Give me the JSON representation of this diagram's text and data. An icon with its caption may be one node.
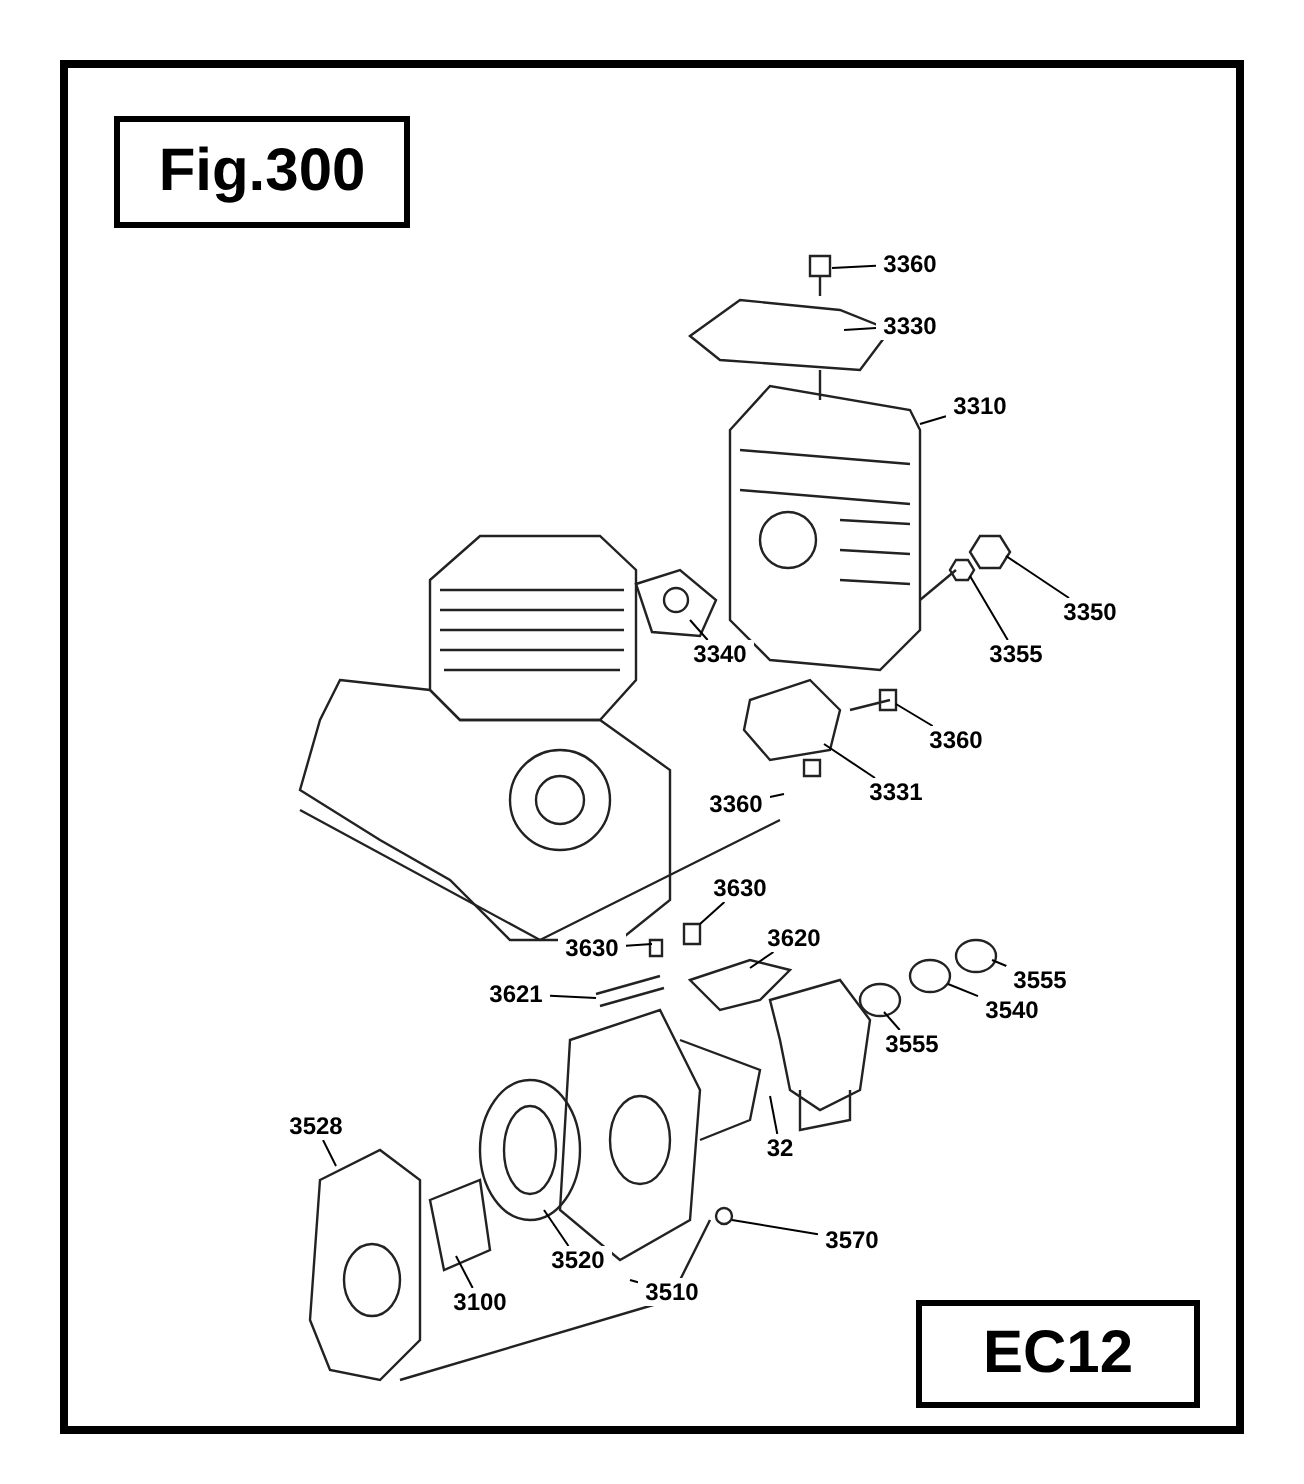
{
  "diagram": {
    "title": "Fig.300",
    "nodes": [
      {
        "text": [
          "3360"
        ]
      },
      {
        "text": [
          "3330"
        ]
      },
      {
        "text": [
          "3310"
        ]
      },
      {
        "text": [
          "3350"
        ]
      },
      {
        "text": [
          "3355"
        ]
      },
      {
        "text": [
          "3340"
        ]
      },
      {
        "text": [
          "3360"
        ]
      },
      {
        "text": [
          "3331"
        ]
      },
      {
        "text": [
          "3360"
        ]
      },
      {
        "text": [
          "3630"
        ]
      },
      {
        "text": [
          "3630"
        ]
      },
      {
        "text": [
          "3620"
        ]
      },
      {
        "text": [
          "3621"
        ]
      },
      {
        "text": [
          "3555"
        ]
      },
      {
        "text": [
          "3540"
        ]
      },
      {
        "text": [
          "3555"
        ]
      },
      {
        "text": [
          "32"
        ]
      },
      {
        "text": [
          "3528"
        ]
      },
      {
        "text": [
          "3520"
        ]
      },
      {
        "text": [
          "3570"
        ]
      },
      {
        "text": [
          "3100"
        ]
      },
      {
        "text": [
          "3510"
        ]
      }
    ],
    "edges": [
      {
        "from": 0,
        "to": null,
        "arrow": "none"
      },
      {
        "from": 1,
        "to": null,
        "arrow": "none"
      },
      {
        "from": 2,
        "to": null,
        "arrow": "none"
      },
      {
        "from": 3,
        "to": null,
        "arrow": "none"
      },
      {
        "from": 4,
        "to": null,
        "arrow": "none"
      },
      {
        "from": 5,
        "to": null,
        "arrow": "none"
      },
      {
        "from": 6,
        "to": null,
        "arrow": "none"
      },
      {
        "from": 7,
        "to": null,
        "arrow": "none"
      },
      {
        "from": 8,
        "to": null,
        "arrow": "none"
      },
      {
        "from": 9,
        "to": null,
        "arrow": "none"
      },
      {
        "from": 10,
        "to": null,
        "arrow": "none"
      },
      {
        "from": 11,
        "to": null,
        "arrow": "none"
      },
      {
        "from": 12,
        "to": null,
        "arrow": "none"
      },
      {
        "from": 13,
        "to": null,
        "arrow": "none"
      },
      {
        "from": 14,
        "to": null,
        "arrow": "none"
      },
      {
        "from": 15,
        "to": null,
        "arrow": "none"
      },
      {
        "from": 16,
        "to": null,
        "arrow": "none"
      },
      {
        "from": 17,
        "to": null,
        "arrow": "none"
      },
      {
        "from": 18,
        "to": null,
        "arrow": "none"
      },
      {
        "from": 19,
        "to": null,
        "arrow": "none"
      },
      {
        "from": 20,
        "to": null,
        "arrow": "none"
      },
      {
        "from": 21,
        "to": null,
        "arrow": "none"
      }
    ],
    "labels": [
      "EC12"
    ]
  }
}
